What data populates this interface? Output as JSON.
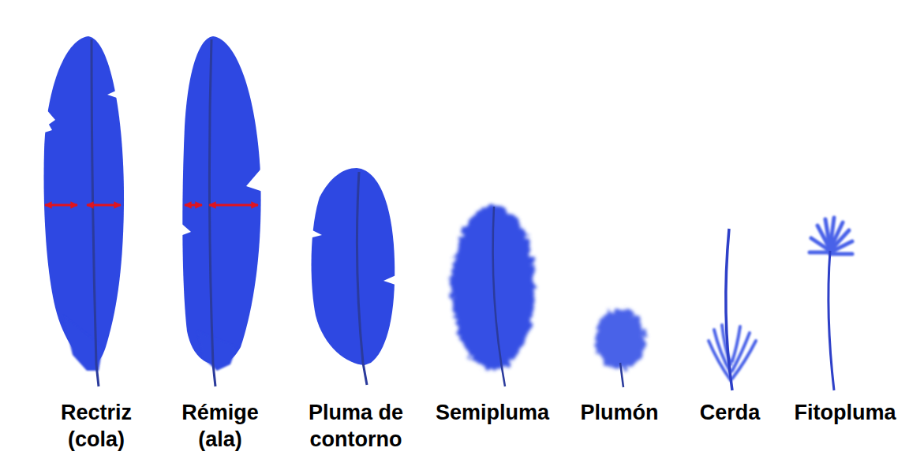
{
  "diagram": {
    "labels": [
      "Rectriz (cola)",
      "Rémige (ala)",
      "Pluma de contorno",
      "Semipluma",
      "Plumón",
      "Cerda",
      "Fitopluma"
    ]
  }
}
